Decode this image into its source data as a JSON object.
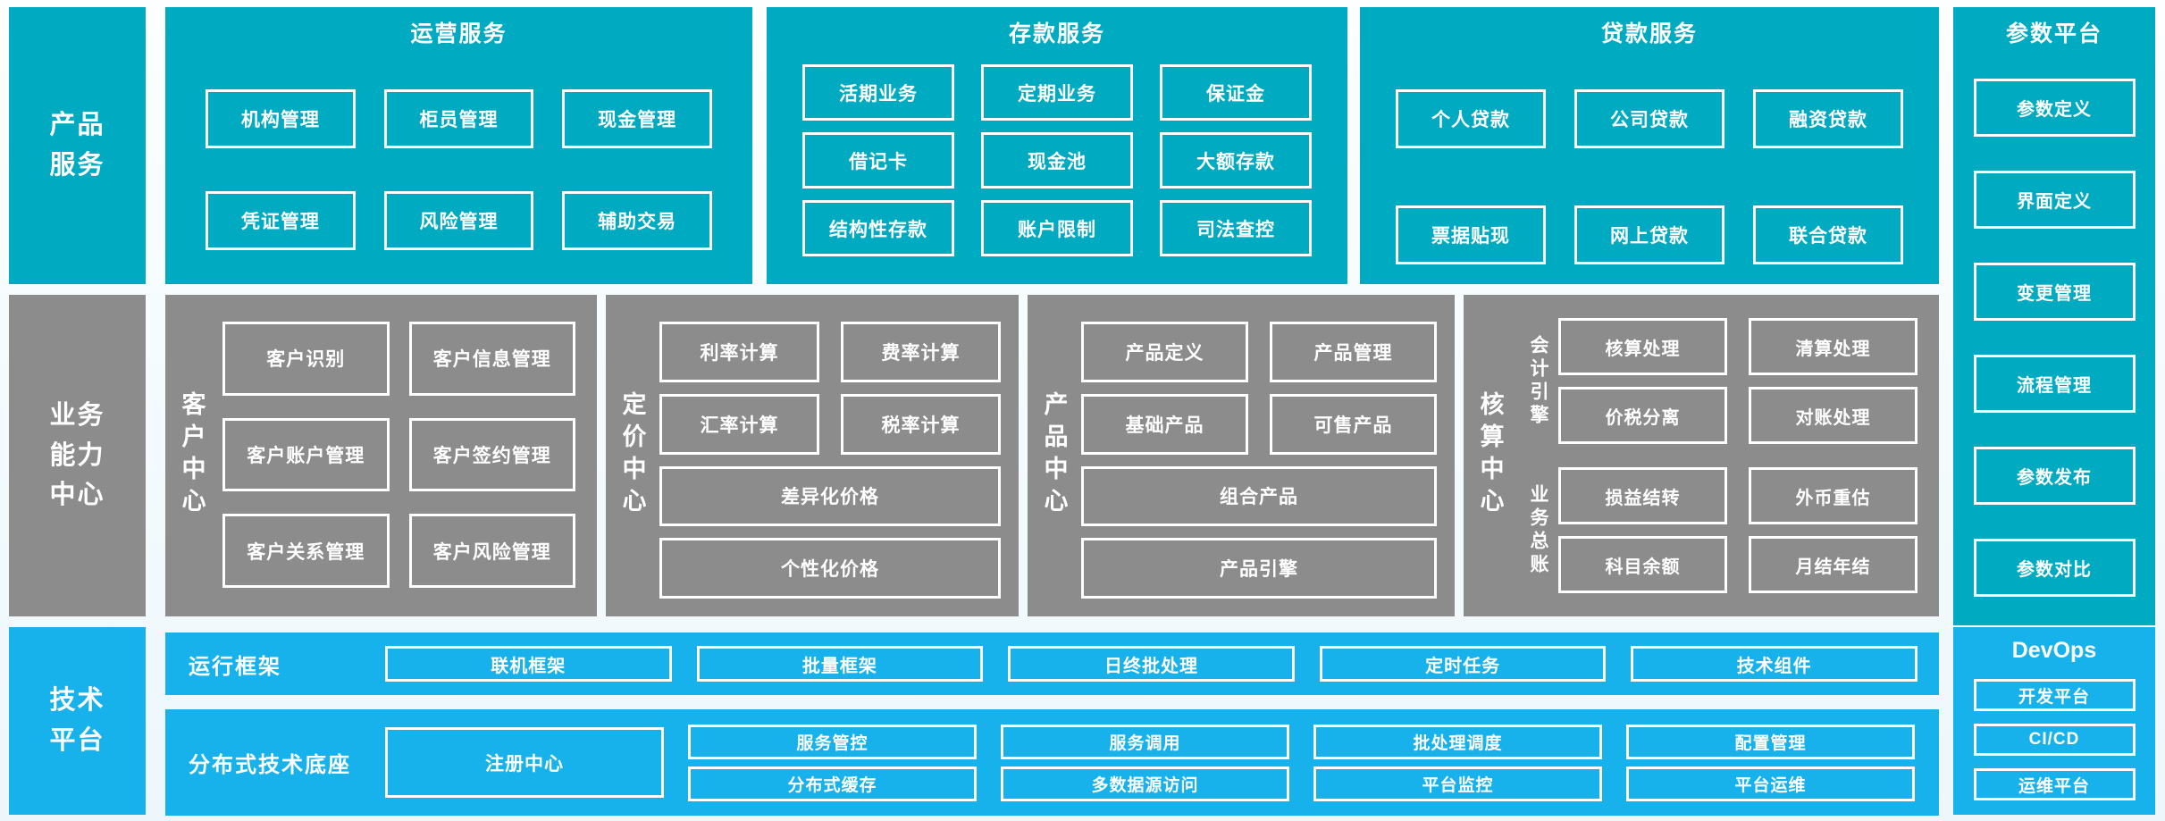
{
  "palette": {
    "teal": "#00ABC2",
    "gray": "#8C8C8C",
    "blue": "#17B2EC",
    "text": "#FFFFFF",
    "page_bg": "#F2FAFC"
  },
  "band_labels": {
    "product_services": {
      "lines": [
        "产品",
        "服务"
      ]
    },
    "business_center": {
      "lines": [
        "业务",
        "能力",
        "中心"
      ]
    },
    "tech_platform": {
      "lines": [
        "技术",
        "平台"
      ]
    }
  },
  "operations": {
    "title": "运营服务",
    "items": [
      "机构管理",
      "柜员管理",
      "现金管理",
      "凭证管理",
      "风险管理",
      "辅助交易"
    ]
  },
  "deposit": {
    "title": "存款服务",
    "items": [
      "活期业务",
      "定期业务",
      "保证金",
      "借记卡",
      "现金池",
      "大额存款",
      "结构性存款",
      "账户限制",
      "司法查控"
    ]
  },
  "loan": {
    "title": "贷款服务",
    "items": [
      "个人贷款",
      "公司贷款",
      "融资贷款",
      "票据贴现",
      "网上贷款",
      "联合贷款"
    ]
  },
  "param_platform": {
    "title": "参数平台",
    "items": [
      "参数定义",
      "界面定义",
      "变更管理",
      "流程管理",
      "参数发布",
      "参数对比"
    ]
  },
  "customer_center": {
    "label": "客户中心",
    "items": [
      "客户识别",
      "客户信息管理",
      "客户账户管理",
      "客户签约管理",
      "客户关系管理",
      "客户风险管理"
    ]
  },
  "pricing_center": {
    "label": "定价中心",
    "grid_items": [
      "利率计算",
      "费率计算",
      "汇率计算",
      "税率计算"
    ],
    "wide_items": [
      "差异化价格",
      "个性化价格"
    ]
  },
  "product_center": {
    "label": "产品中心",
    "grid_items": [
      "产品定义",
      "产品管理",
      "基础产品",
      "可售产品"
    ],
    "wide_items": [
      "组合产品",
      "产品引擎"
    ]
  },
  "accounting_center": {
    "label": "核算中心",
    "groups": [
      {
        "label": "会计引擎",
        "items": [
          "核算处理",
          "清算处理",
          "价税分离",
          "对账处理"
        ]
      },
      {
        "label": "业务总账",
        "items": [
          "损益结转",
          "外币重估",
          "科目余额",
          "月结年结"
        ]
      }
    ]
  },
  "runtime_framework": {
    "label": "运行框架",
    "items": [
      "联机框架",
      "批量框架",
      "日终批处理",
      "定时任务",
      "技术组件"
    ]
  },
  "distributed_base": {
    "label": "分布式技术底座",
    "registry": "注册中心",
    "items": [
      "服务管控",
      "服务调用",
      "批处理调度",
      "配置管理",
      "分布式缓存",
      "多数据源访问",
      "平台监控",
      "平台运维"
    ]
  },
  "devops": {
    "title": "DevOps",
    "items": [
      "开发平台",
      "CI/CD",
      "运维平台"
    ]
  }
}
